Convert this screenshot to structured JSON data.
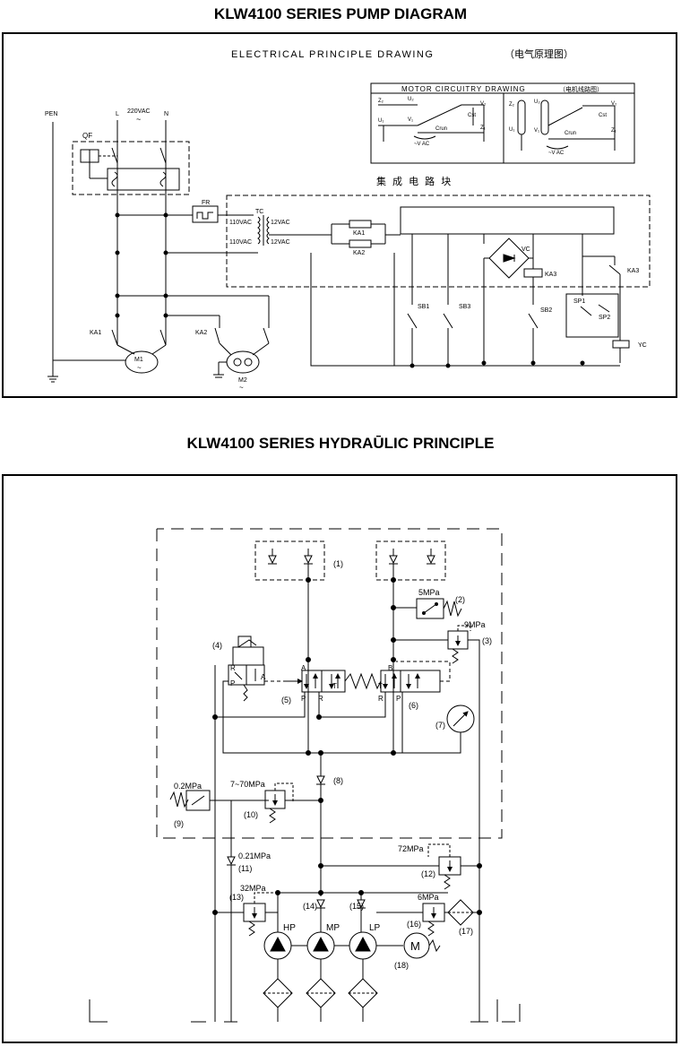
{
  "titles": {
    "top": "KLW4100 SERIES PUMP DIAGRAM",
    "mid": "KLW4100 SERIES HYDRAŪLIC PRINCIPLE"
  },
  "electrical": {
    "heading": "ELECTRICAL   PRINCIPLE   DRAWING",
    "heading_cn": "（电气原理图）",
    "pen": "PEN",
    "line_l": "L",
    "line_n": "N",
    "supply_voltage": "220VAC",
    "qf": "QF",
    "fr": "FR",
    "tc": "TC",
    "v110_a": "110VAC",
    "v110_b": "110VAC",
    "v12_a": "12VAC",
    "v12_b": "12VAC",
    "ka1": "KA1",
    "ka2": "KA2",
    "ka1_contact": "KA1",
    "ka2_contact": "KA2",
    "m1": "M1",
    "m2": "M2",
    "vc": "VC",
    "ka3_coil": "KA3",
    "ka3_contact": "KA3",
    "sb1": "SB1",
    "sb3": "SB3",
    "sb2": "SB2",
    "sp1": "SP1",
    "sp2": "SP2",
    "yc": "YC",
    "ic_block": "集 成 电 路 块",
    "tilde": "~",
    "motor": {
      "heading": "MOTOR   CIRCUITRY   DRAWING",
      "heading_cn": "（电机线路图）",
      "z2": "Z₂",
      "u2": "U₂",
      "v2": "V₂",
      "u1": "U₁",
      "v1": "V₁",
      "z1": "Z₁",
      "cst": "Cst",
      "crun": "Crun",
      "vac": "~V AC",
      "z2b": "Z₂",
      "u2b": "U₂",
      "v2b": "V₂",
      "u1b": "U₁",
      "v1b": "V₁",
      "z1b": "Z₁",
      "cstb": "Cst",
      "crunb": "Crun",
      "vacb": "~V AC"
    }
  },
  "hydraulic": {
    "n1": "(1)",
    "n2": "(2)",
    "n3": "(3)",
    "n4": "(4)",
    "n5": "(5)",
    "n6": "(6)",
    "n7": "(7)",
    "n8": "(8)",
    "n9": "(9)",
    "n10": "(10)",
    "n11": "(11)",
    "n12": "(12)",
    "n13": "(13)",
    "n14": "(14)",
    "n15": "(15)",
    "n16": "(16)",
    "n17": "(17)",
    "n18": "(18)",
    "p5": "5MPa",
    "p9": "9MPa",
    "p02": "0.2MPa",
    "p770": "7~70MPa",
    "p021": "0.21MPa",
    "p72": "72MPa",
    "p32": "32MPa",
    "p6": "6MPa",
    "hp": "HP",
    "mp": "MP",
    "lp": "LP",
    "motor_m": "M",
    "port_r1": "R",
    "port_p1": "P",
    "port_a1": "A",
    "port_a2": "A",
    "port_p2": "P",
    "port_r2": "R",
    "port_t2": "T",
    "port_b3": "B",
    "port_r3": "R",
    "port_p3": "P",
    "port_t3": "T"
  }
}
